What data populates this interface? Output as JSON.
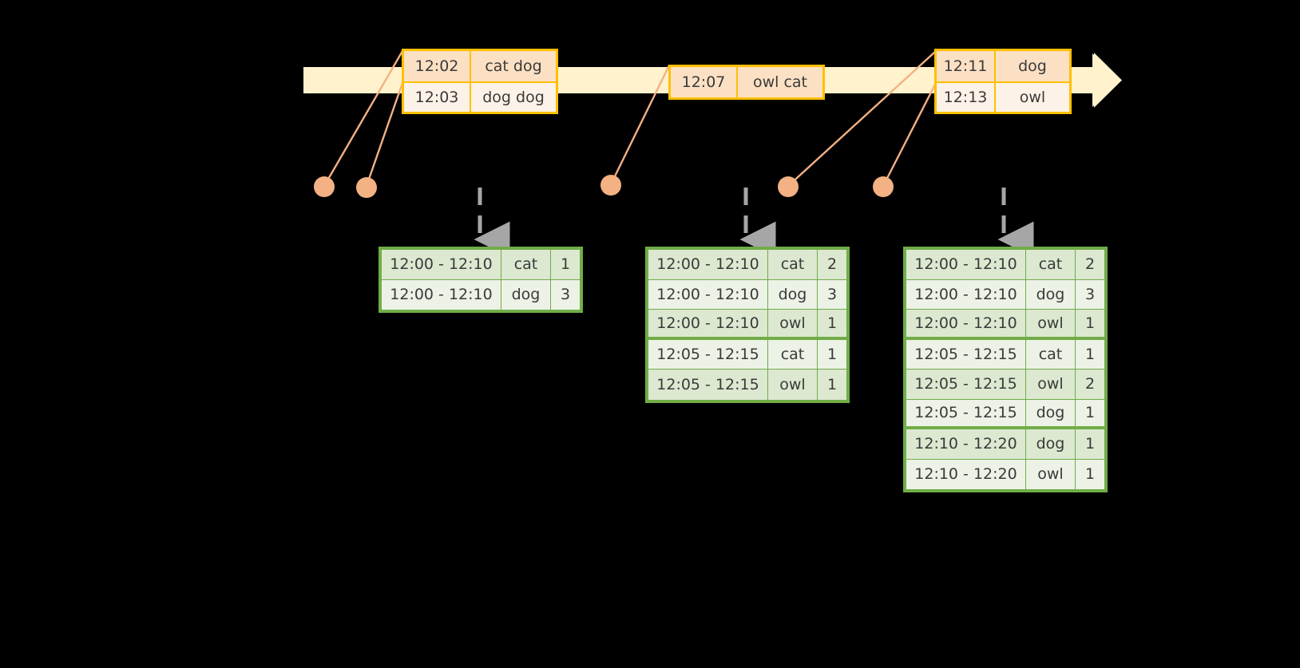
{
  "colors": {
    "background": "#000000",
    "timeline_band": "#FFF2CC",
    "timeline_border": "#FFC000",
    "event_border": "#FFC000",
    "event_fill_dark": "#FCE0C3",
    "event_fill_light": "#FDF2E7",
    "connector": "#F4B183",
    "dot": "#F4B183",
    "table_border": "#70AD47",
    "table_fill_dark": "#DCE8D0",
    "table_fill_light": "#ECF2E6",
    "dashed_arrow": "#A6A6A6",
    "text": "#3a3a3a"
  },
  "timeline": {
    "name": "event-stream-timeline",
    "arrow_head_icon": "right-arrow-icon"
  },
  "event_groups": [
    {
      "id": "group-1",
      "rows": [
        {
          "time": "12:02",
          "words": "cat dog"
        },
        {
          "time": "12:03",
          "words": "dog dog"
        }
      ]
    },
    {
      "id": "group-2",
      "rows": [
        {
          "time": "12:07",
          "words": "owl cat"
        }
      ]
    },
    {
      "id": "group-3",
      "rows": [
        {
          "time": "12:11",
          "words": "dog"
        },
        {
          "time": "12:13",
          "words": "owl"
        }
      ]
    }
  ],
  "dots": [
    {
      "id": "dot-1202",
      "label": "event-dot-12-02"
    },
    {
      "id": "dot-1203",
      "label": "event-dot-12-03"
    },
    {
      "id": "dot-1207",
      "label": "event-dot-12-07"
    },
    {
      "id": "dot-1211",
      "label": "event-dot-12-11"
    },
    {
      "id": "dot-1213",
      "label": "event-dot-12-13"
    }
  ],
  "result_tables": [
    {
      "id": "result-table-1",
      "rows": [
        {
          "window": "12:00 - 12:10",
          "word": "cat",
          "count": "1",
          "group_end": false
        },
        {
          "window": "12:00 - 12:10",
          "word": "dog",
          "count": "3",
          "group_end": false
        }
      ]
    },
    {
      "id": "result-table-2",
      "rows": [
        {
          "window": "12:00 - 12:10",
          "word": "cat",
          "count": "2",
          "group_end": false
        },
        {
          "window": "12:00 - 12:10",
          "word": "dog",
          "count": "3",
          "group_end": false
        },
        {
          "window": "12:00 - 12:10",
          "word": "owl",
          "count": "1",
          "group_end": true
        },
        {
          "window": "12:05 - 12:15",
          "word": "cat",
          "count": "1",
          "group_end": false
        },
        {
          "window": "12:05 - 12:15",
          "word": "owl",
          "count": "1",
          "group_end": false
        }
      ]
    },
    {
      "id": "result-table-3",
      "rows": [
        {
          "window": "12:00 - 12:10",
          "word": "cat",
          "count": "2",
          "group_end": false
        },
        {
          "window": "12:00 - 12:10",
          "word": "dog",
          "count": "3",
          "group_end": false
        },
        {
          "window": "12:00 - 12:10",
          "word": "owl",
          "count": "1",
          "group_end": true
        },
        {
          "window": "12:05 - 12:15",
          "word": "cat",
          "count": "1",
          "group_end": false
        },
        {
          "window": "12:05 - 12:15",
          "word": "owl",
          "count": "2",
          "group_end": false
        },
        {
          "window": "12:05 - 12:15",
          "word": "dog",
          "count": "1",
          "group_end": true
        },
        {
          "window": "12:10 - 12:20",
          "word": "dog",
          "count": "1",
          "group_end": false
        },
        {
          "window": "12:10 - 12:20",
          "word": "owl",
          "count": "1",
          "group_end": false
        }
      ]
    }
  ],
  "dashed_arrows": [
    {
      "id": "emit-arrow-1"
    },
    {
      "id": "emit-arrow-2"
    },
    {
      "id": "emit-arrow-3"
    }
  ]
}
